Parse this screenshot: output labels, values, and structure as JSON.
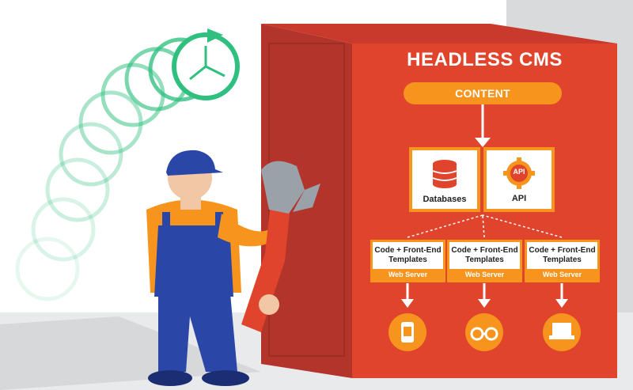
{
  "diagram": {
    "title": "HEADLESS CMS",
    "content_label": "CONTENT",
    "databases_label": "Databases",
    "api_label": "API",
    "api_badge": "API",
    "templates": [
      {
        "label_line1": "Code + Front-End",
        "label_line2": "Templates",
        "footer": "Web Server"
      },
      {
        "label_line1": "Code + Front-End",
        "label_line2": "Templates",
        "footer": "Web Server"
      },
      {
        "label_line1": "Code + Front-End",
        "label_line2": "Templates",
        "footer": "Web Server"
      }
    ],
    "devices": [
      "smartwatch-icon",
      "smart-glasses-icon",
      "laptop-icon"
    ]
  },
  "colors": {
    "cabinet_front": "#e0442c",
    "cabinet_side": "#b3342a",
    "accent_orange": "#f7941d",
    "clock_green": "#2fbf7f",
    "worker_blue": "#2a47a8"
  }
}
